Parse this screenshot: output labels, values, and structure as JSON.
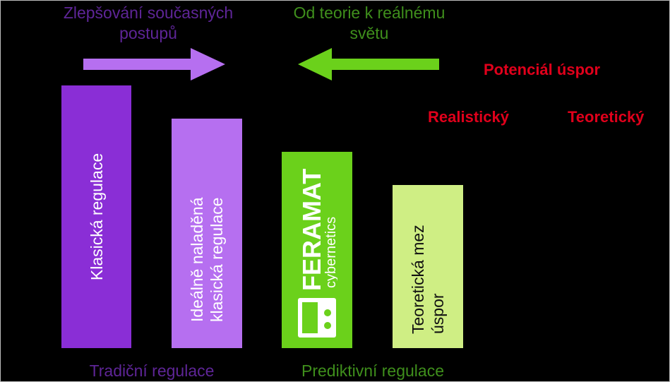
{
  "colors": {
    "background": "#000000",
    "purple_dark": "#8a2ed6",
    "purple_light": "#b66ff0",
    "purple_text": "#5e2597",
    "green_dark": "#6bd11b",
    "green_light": "#cfee84",
    "green_text": "#3f8f1c",
    "red_text": "#e0001b"
  },
  "top": {
    "improve_text": "Zlepšování současných postupů",
    "theory_text": "Od teorie k reálnému světu"
  },
  "savings": {
    "title": "Potenciál úspor",
    "realistic": "Realistický",
    "theoretical": "Teoretický"
  },
  "bars": [
    {
      "label": "Klasická regulace"
    },
    {
      "label": "Ideálně naladěná klasická regulace"
    },
    {
      "logo_word": "FERAMAT",
      "logo_sub": "cybernetics"
    },
    {
      "label": "Teoretická mez úspor"
    }
  ],
  "groups": {
    "traditional": "Tradiční regulace",
    "predictive": "Prediktivní regulace"
  }
}
